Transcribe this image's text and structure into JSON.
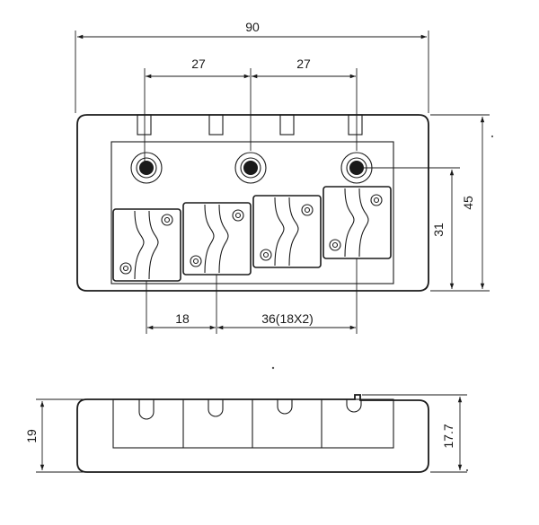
{
  "drawing": {
    "top_view": {
      "dimensions": {
        "overall_width": "90",
        "hole_spacing_left": "27",
        "hole_spacing_right": "27",
        "overall_depth": "45",
        "hole_to_front": "31",
        "saddle_width": "18",
        "saddle_span": "36(18X2)"
      }
    },
    "side_view": {
      "dimensions": {
        "height_left": "19",
        "height_right": "17.7"
      }
    }
  }
}
